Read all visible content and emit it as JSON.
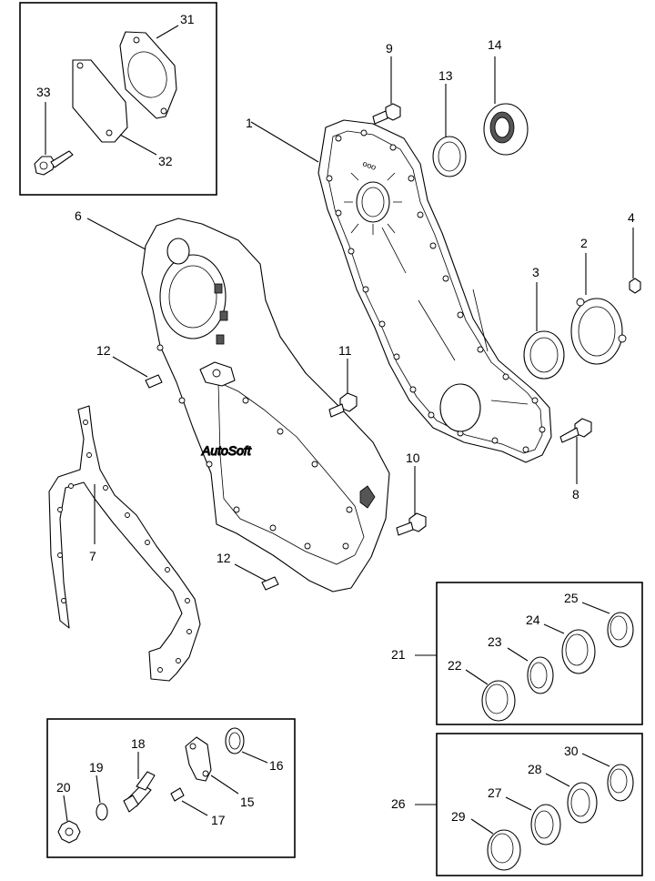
{
  "callouts": [
    "1",
    "2",
    "3",
    "4",
    "6",
    "7",
    "8",
    "9",
    "10",
    "11",
    "12",
    "12",
    "13",
    "14",
    "15",
    "16",
    "17",
    "18",
    "19",
    "20",
    "21",
    "22",
    "23",
    "24",
    "25",
    "26",
    "27",
    "28",
    "29",
    "30",
    "31",
    "32",
    "33"
  ],
  "watermark": "AutoSoft"
}
